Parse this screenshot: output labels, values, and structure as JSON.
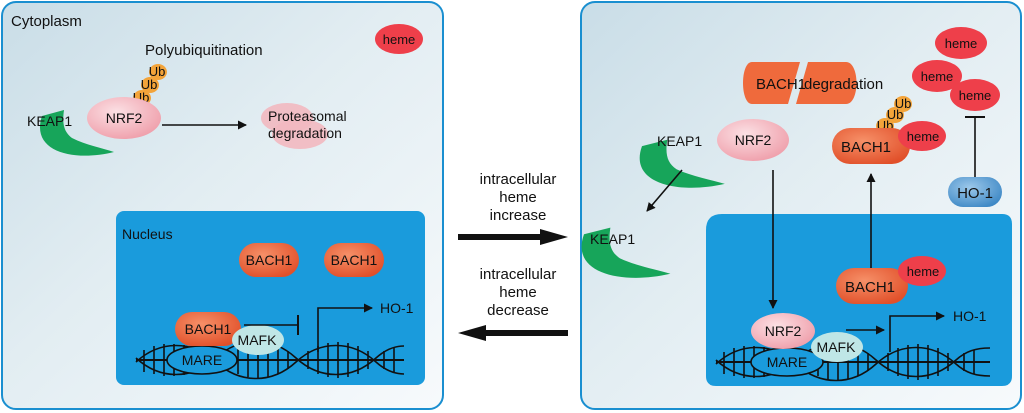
{
  "left_panel": {
    "cytoplasm_label": "Cytoplasm",
    "heme": "heme",
    "polyubiquitination": "Polyubiquitination",
    "ub": [
      "Ub",
      "Ub",
      "Ub"
    ],
    "keap1": "KEAP1",
    "nrf2": "NRF2",
    "proteasomal_line1": "Proteasomal",
    "proteasomal_line2": "degradation",
    "nucleus_label": "Nucleus",
    "bach1_a": "BACH1",
    "bach1_b": "BACH1",
    "bach1_bound": "BACH1",
    "mafk": "MAFK",
    "mare": "MARE",
    "ho1": "HO-1"
  },
  "middle": {
    "increase_line1": "intracellular",
    "increase_line2": "heme",
    "increase_line3": "increase",
    "decrease_line1": "intracellular",
    "decrease_line2": "heme",
    "decrease_line3": "decrease"
  },
  "right_panel": {
    "heme_1": "heme",
    "heme_2": "heme",
    "heme_3": "heme",
    "heme_4": "heme",
    "heme_5": "heme",
    "bach1_degraded": "BACH1",
    "degradation": "degradation",
    "keap1": "KEAP1",
    "nrf2": "NRF2",
    "ub": [
      "Ub",
      "Ub",
      "Ub"
    ],
    "bach1_top": "BACH1",
    "ho1_protein": "HO-1",
    "keap1_free": "KEAP1",
    "bach1_nuc": "BACH1",
    "nrf2_nuc": "NRF2",
    "mafk": "MAFK",
    "mare": "MARE",
    "ho1_gene": "HO-1"
  },
  "colors": {
    "panel_border": "#1a8fd0",
    "nucleus": "#1a9bdc",
    "keap1": "#17a55a",
    "nrf2": "#f2b8c0",
    "bach1": "#ef6a3c",
    "heme": "#ee3f4a",
    "ub": "#f3a43a",
    "mafk": "#bfe6e6",
    "ho1": "#4f97cf"
  }
}
